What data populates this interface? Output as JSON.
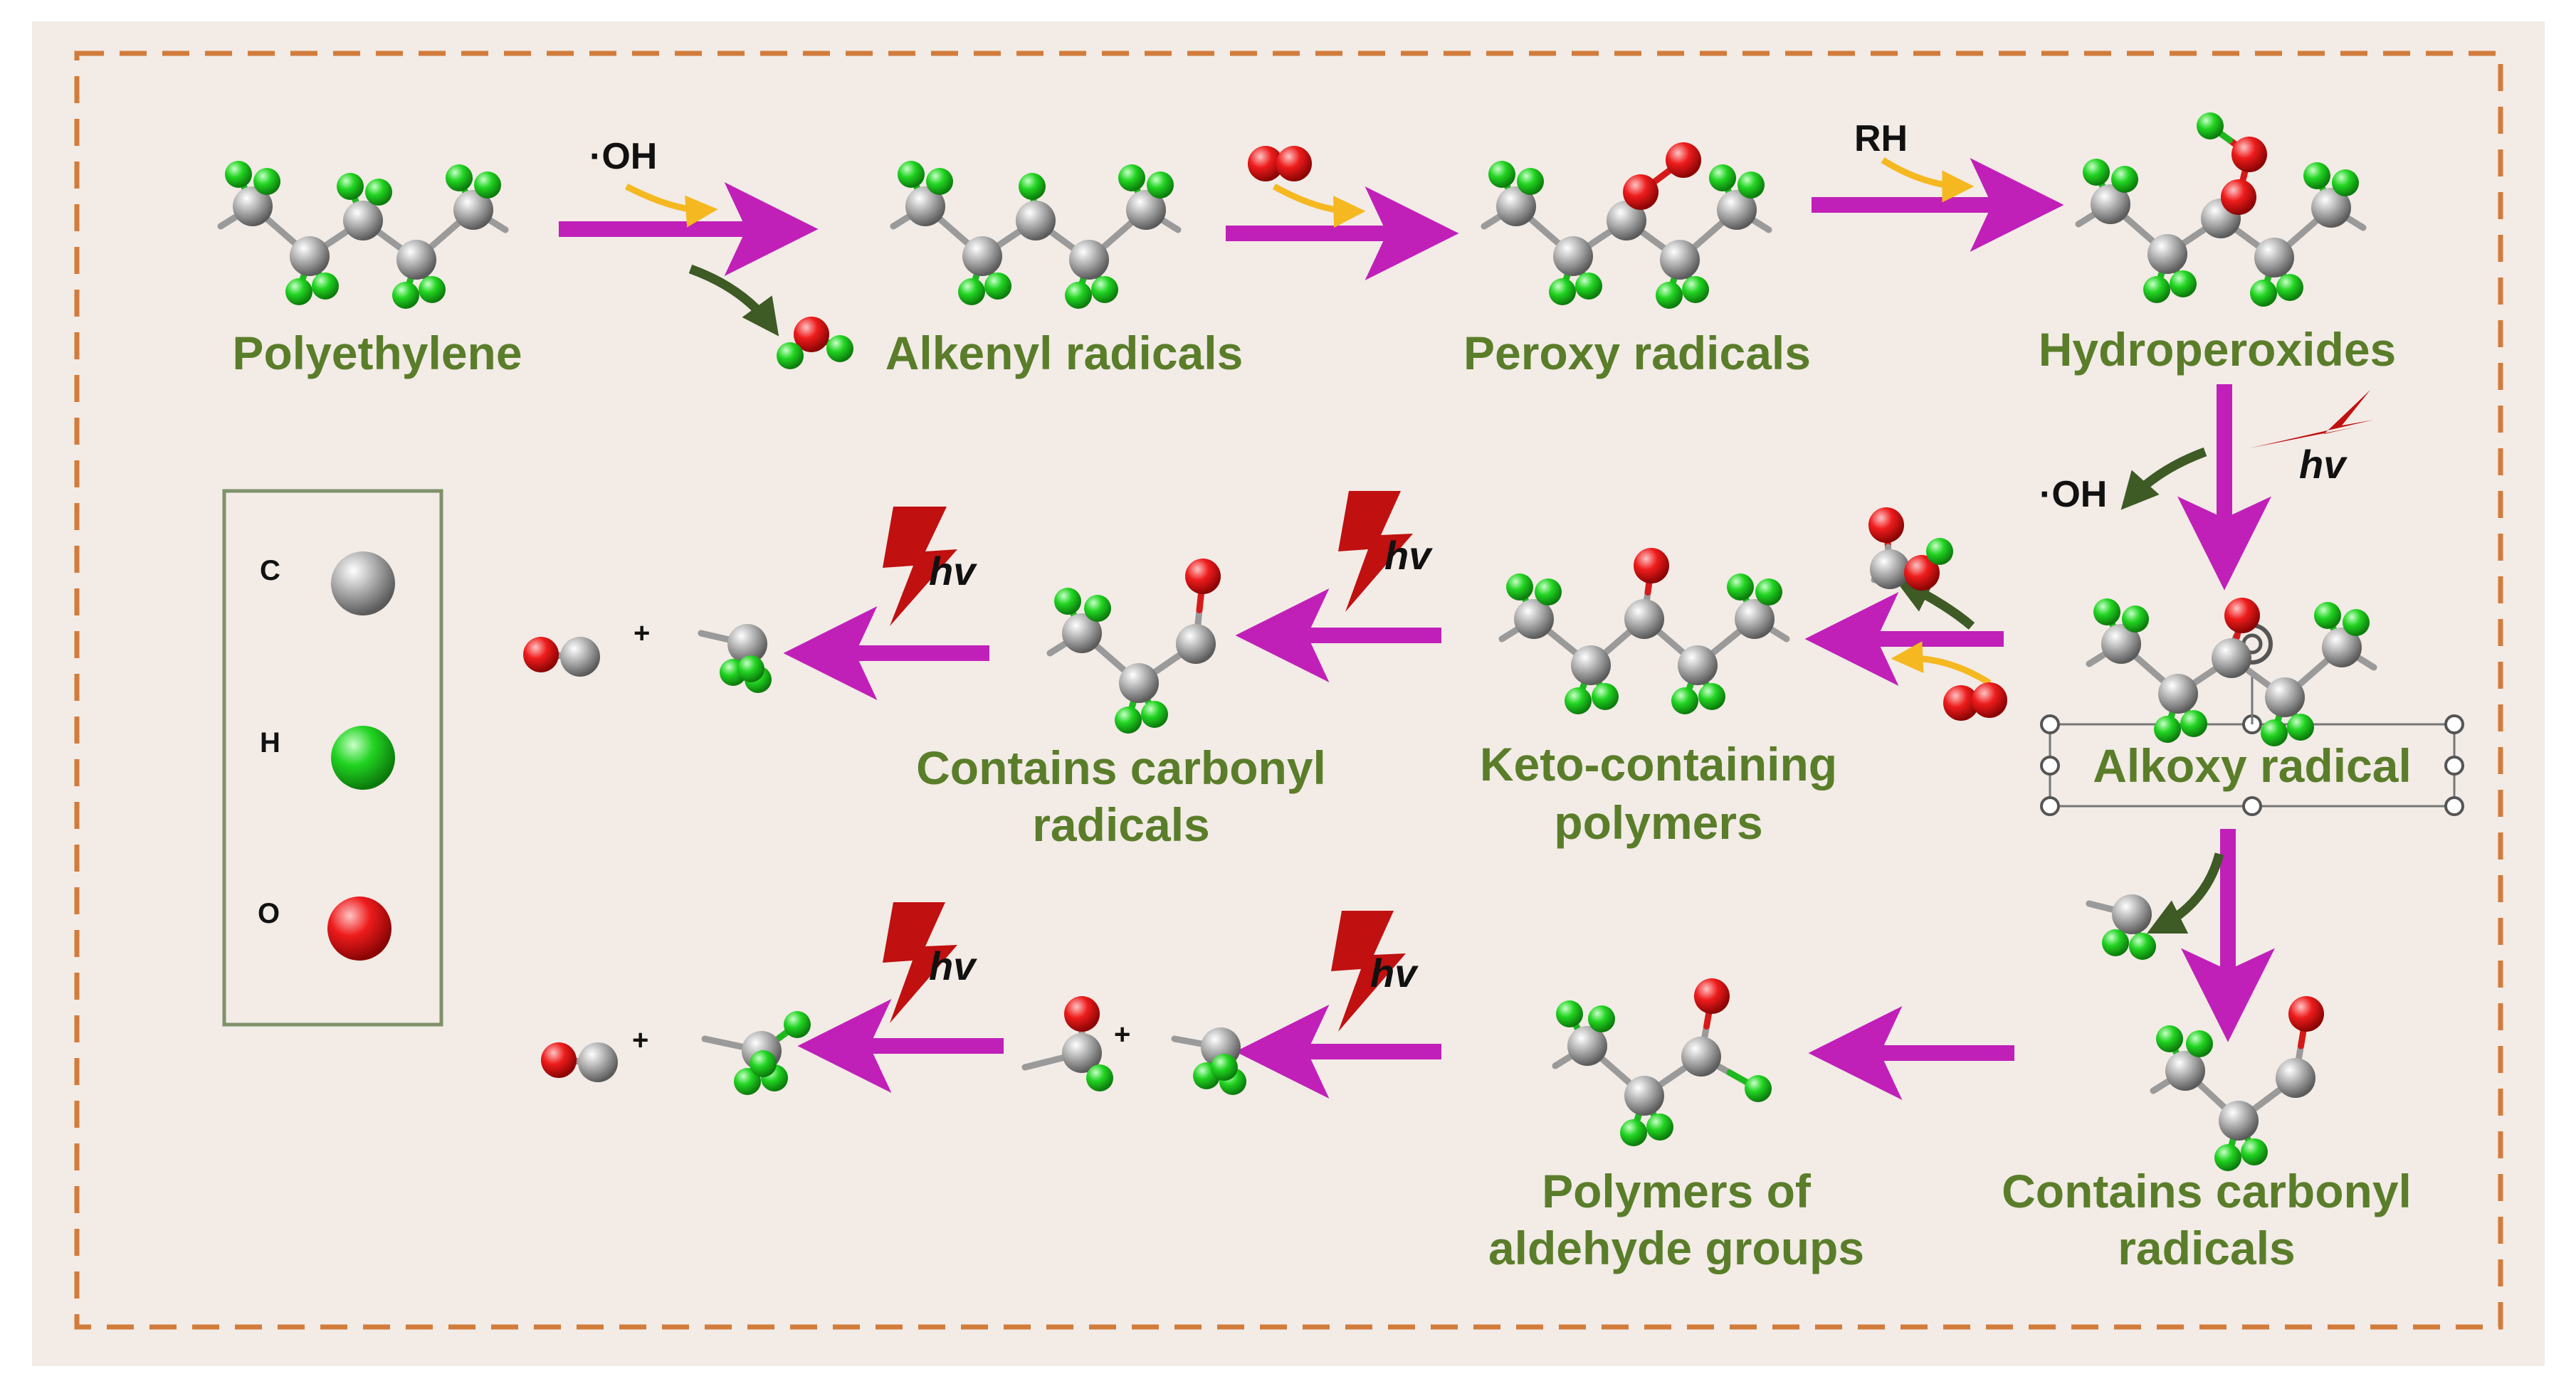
{
  "colors": {
    "background": "#f2ebe6",
    "frame_dash": "#d27c3c",
    "arrow": "#c020b8",
    "catalyst_arrow": "#f5b820",
    "side_arrow": "#3e5a25",
    "label": "#5a7d2a",
    "carbon": "#a8a8a8",
    "hydrogen": "#1fd21f",
    "oxygen": "#e01818",
    "lightning": "#c01010",
    "legend_border": "#7f916a"
  },
  "labels": {
    "polyethylene": "Polyethylene",
    "alkenyl": "Alkenyl radicals",
    "peroxy": "Peroxy radicals",
    "hydroperoxides": "Hydroperoxides",
    "alkoxy": "Alkoxy radical",
    "keto_1": "Keto-containing",
    "keto_2": "polymers",
    "carbonyl_mid_1": "Contains carbonyl",
    "carbonyl_mid_2": "radicals",
    "carbonyl_low_1": "Contains carbonyl",
    "carbonyl_low_2": "radicals",
    "aldehyde_1": "Polymers of",
    "aldehyde_2": "aldehyde groups"
  },
  "reagents": {
    "oh_top": "·OH",
    "rh": "RH",
    "oh_release": "·OH",
    "hv": "hv",
    "plus": "+"
  },
  "legend": {
    "carbon_symbol": "C",
    "hydrogen_symbol": "H",
    "oxygen_symbol": "O"
  }
}
